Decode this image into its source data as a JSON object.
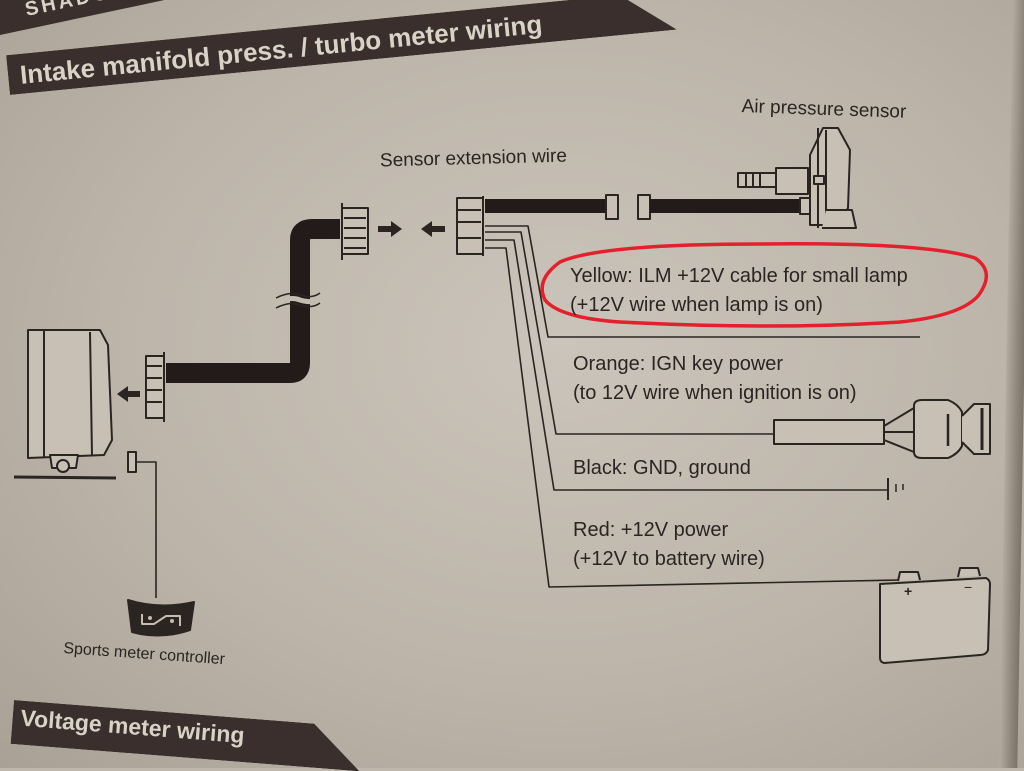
{
  "document": {
    "top_banner_fragment": "SHADO",
    "section_title": "Intake manifold press. / turbo meter wiring",
    "next_section_title": "Voltage meter wiring"
  },
  "components": {
    "sensor_extension_wire": "Sensor extension wire",
    "air_pressure_sensor": "Air pressure sensor",
    "sports_meter_controller": "Sports meter controller",
    "battery_plus": "+",
    "battery_minus": "−"
  },
  "wires": [
    {
      "color_name": "Yellow",
      "line1": "Yellow: ILM +12V cable for small lamp",
      "line2": "(+12V wire when lamp is on)",
      "highlighted": true
    },
    {
      "color_name": "Orange",
      "line1": "Orange: IGN key power",
      "line2": "(to 12V wire when ignition is on)",
      "highlighted": false
    },
    {
      "color_name": "Black",
      "line1": "Black: GND, ground",
      "line2": "",
      "highlighted": false
    },
    {
      "color_name": "Red",
      "line1": "Red: +12V power",
      "line2": "(+12V to battery wire)",
      "highlighted": false
    }
  ],
  "colors": {
    "ink": "#2b2522",
    "banner": "#3a2f2c",
    "highlight": "#e3202c",
    "paper": "#c4bcb1"
  }
}
